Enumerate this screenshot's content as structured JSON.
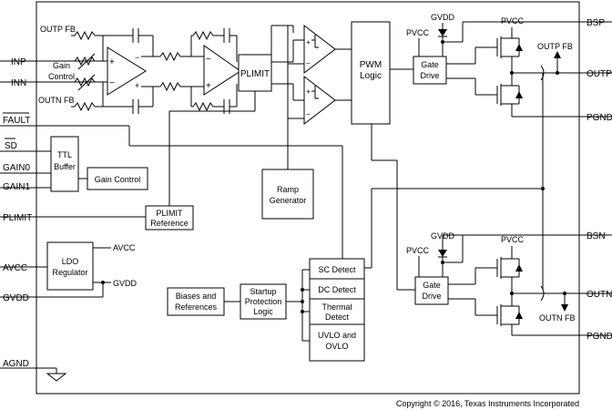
{
  "pins_left": {
    "inp": "INP",
    "inn": "INN",
    "fault": "FAULT",
    "sd": "SD",
    "gain0": "GAIN0",
    "gain1": "GAIN1",
    "plimit": "PLIMIT",
    "avcc": "AVCC",
    "gvdd": "GVDD",
    "agnd": "AGND"
  },
  "pins_right": {
    "bsp": "BSP",
    "outp": "OUTP",
    "pgnd_top": "PGND",
    "bsn": "BSN",
    "outn": "OUTN",
    "pgnd_bottom": "PGND"
  },
  "blocks": {
    "plimit": "PLIMIT",
    "pwm_line1": "PWM",
    "pwm_line2": "Logic",
    "gate_drive_top_1": "Gate",
    "gate_drive_top_2": "Drive",
    "gate_drive_bottom_1": "Gate",
    "gate_drive_bottom_2": "Drive",
    "ttl_1": "TTL",
    "ttl_2": "Buffer",
    "gain_control": "Gain Control",
    "plimit_ref_1": "PLIMIT",
    "plimit_ref_2": "Reference",
    "ramp_1": "Ramp",
    "ramp_2": "Generator",
    "ldo_1": "LDO",
    "ldo_2": "Regulator",
    "biases_1": "Biases and",
    "biases_2": "References",
    "startup_1": "Startup",
    "startup_2": "Protection",
    "startup_3": "Logic",
    "sc_detect": "SC Detect",
    "dc_detect": "DC Detect",
    "thermal_1": "Thermal",
    "thermal_2": "Detect",
    "uvlo_1": "UVLO and",
    "uvlo_2": "OVLO"
  },
  "labels": {
    "outp_fb_in": "OUTP FB",
    "outn_fb_in": "OUTN FB",
    "gain_control_1": "Gain",
    "gain_control_2": "Control",
    "gvdd_top": "GVDD",
    "pvcc_top_gate": "PVCC",
    "pvcc_top_fet": "PVCC",
    "outp_fb_out": "OUTP FB",
    "gvdd_bottom": "GVDD",
    "pvcc_bottom_gate": "PVCC",
    "pvcc_bottom_fet": "PVCC",
    "outn_fb_out": "OUTN FB",
    "ldo_avcc": "AVCC",
    "ldo_gvdd": "GVDD",
    "plus": "+",
    "minus": "−"
  },
  "footer": {
    "copyright": "Copyright © 2016, Texas Instruments Incorporated"
  }
}
